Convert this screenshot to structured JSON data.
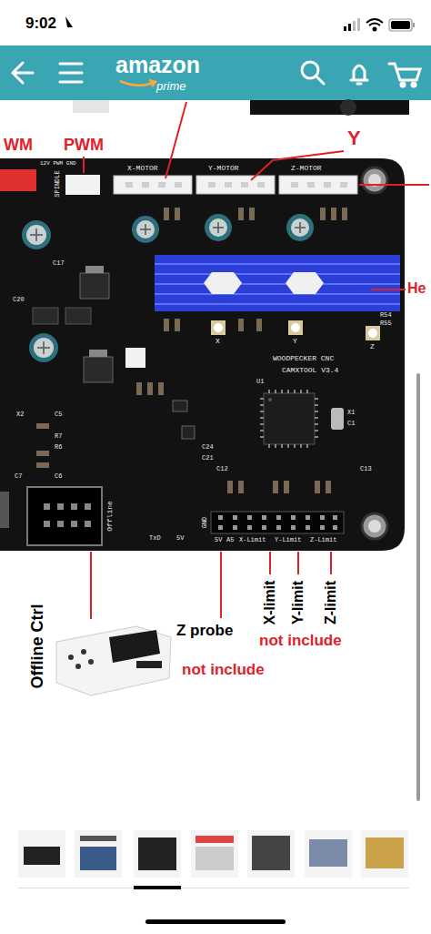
{
  "diagram": {
    "labels": [
      "9:02",
      "amazon",
      "prime",
      "WM",
      "PWM",
      "Y",
      "He",
      "12V PWM GND",
      "SPINDLE",
      "X-MOTOR",
      "Y-MOTOR",
      "Z-MOTOR",
      "C17",
      "C20",
      "X2",
      "R7",
      "R6",
      "C5",
      "C6",
      "C7",
      "C24",
      "C21",
      "R54",
      "R55",
      "X",
      "Y",
      "Z",
      "WOODPECKER CNC",
      "CAMXTOOL V3.4",
      "U1",
      "X1",
      "C1",
      "C12",
      "C13",
      "Offline",
      "TxD",
      "5V",
      "GND",
      "5V",
      "A5",
      "X-Limit",
      "Y-Limit",
      "Z-Limit",
      "Offline Ctrl",
      "Z probe",
      "not include",
      "X-limit",
      "Y-limit",
      "Z-limit",
      "not include"
    ]
  }
}
